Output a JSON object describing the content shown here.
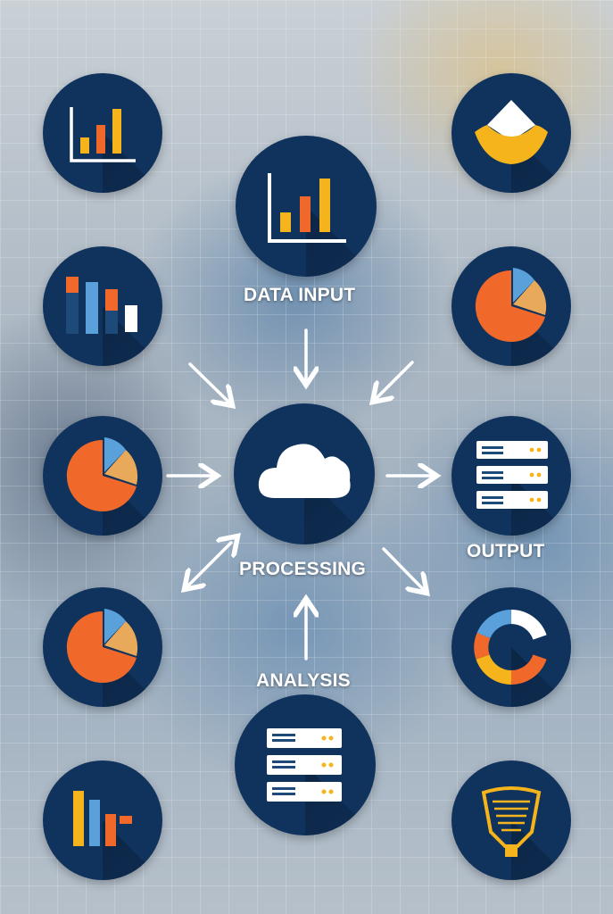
{
  "labels": {
    "data_input": "DATA INPUT",
    "processing": "PROCESSING",
    "output": "OUTPUT",
    "analysis": "ANALYSIS"
  },
  "colors": {
    "node_fill": "#10335e",
    "orange": "#f0692a",
    "yellow": "#f5b31c",
    "blue": "#5aa1dc",
    "tan": "#e9a95a",
    "white": "#ffffff"
  },
  "icons": [
    "bar-chart-icon",
    "diamond-icon",
    "column-chart-icon",
    "pie-chart-icon",
    "cloud-icon",
    "server-icon",
    "donut-chart-icon",
    "lightbulb-icon"
  ]
}
